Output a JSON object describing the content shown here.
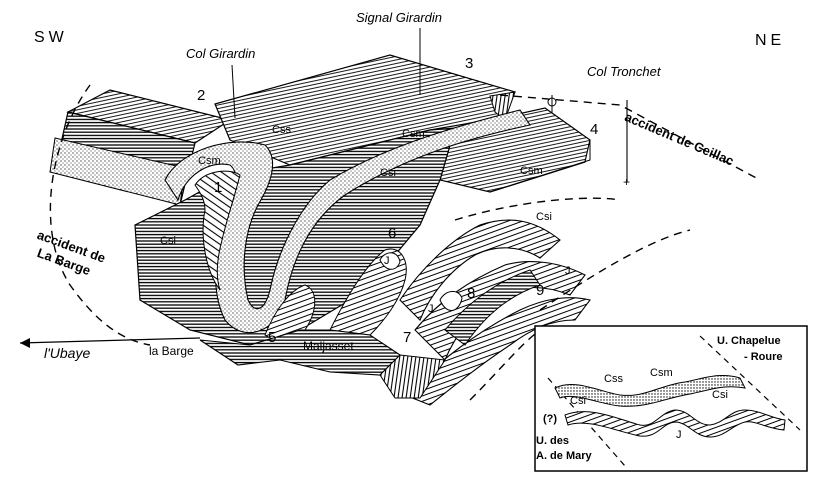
{
  "orientation": {
    "left": "SW",
    "right": "NE"
  },
  "places": {
    "signal_girardin": "Signal Girardin",
    "col_girardin": "Col Girardin",
    "col_tronchet": "Col Tronchet",
    "ubaye": "l'Ubaye",
    "la_barge": "la Barge",
    "maljasset": "Maljasset"
  },
  "faults": {
    "ceillac": "accident de Ceillac",
    "la_barge_line1": "accident de",
    "la_barge_line2": "La Barge"
  },
  "units": {
    "css": "Css",
    "csm": "Csm",
    "csi": "Csi",
    "j": "J"
  },
  "numbers": [
    "1",
    "2",
    "3",
    "4",
    "5",
    "6",
    "7",
    "8",
    "9"
  ],
  "inset": {
    "chapelue_line1": "U. Chapelue",
    "chapelue_line2": "- Roure",
    "mary_q": "(?)",
    "mary_line1": "U. des",
    "mary_line2": "A. de Mary"
  }
}
